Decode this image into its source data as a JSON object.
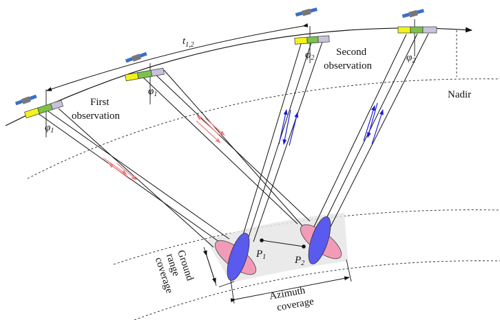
{
  "labels": {
    "t_symbol": "t",
    "t_subscript": "1,2",
    "first_line1": "First",
    "first_line2": "observation",
    "second_line1": "Second",
    "second_line2": "observation",
    "nadir": "Nadir",
    "phi_symbol": "φ",
    "phi1_sub": "1",
    "phi2_sub": "2",
    "p_symbol": "P",
    "p1_sub": "1",
    "p2_sub": "2",
    "ground_range": [
      "Ground",
      "range",
      "coverage"
    ],
    "azimuth_line1": "Azimuth",
    "azimuth_line2": "coverage"
  },
  "colors": {
    "line": "#111111",
    "first_arrows": "#f08080",
    "second_arrows": "#1a1ad6",
    "footprint_pink": "#f29bb8",
    "footprint_blue": "#5a5aee",
    "swath_fill": "#e6e6e6",
    "antenna_yellow": "#f2f21c",
    "antenna_green": "#7cc24a",
    "antenna_purple": "#c9c2dc"
  },
  "icons": [
    "satellite-icon",
    "antenna-icon"
  ]
}
